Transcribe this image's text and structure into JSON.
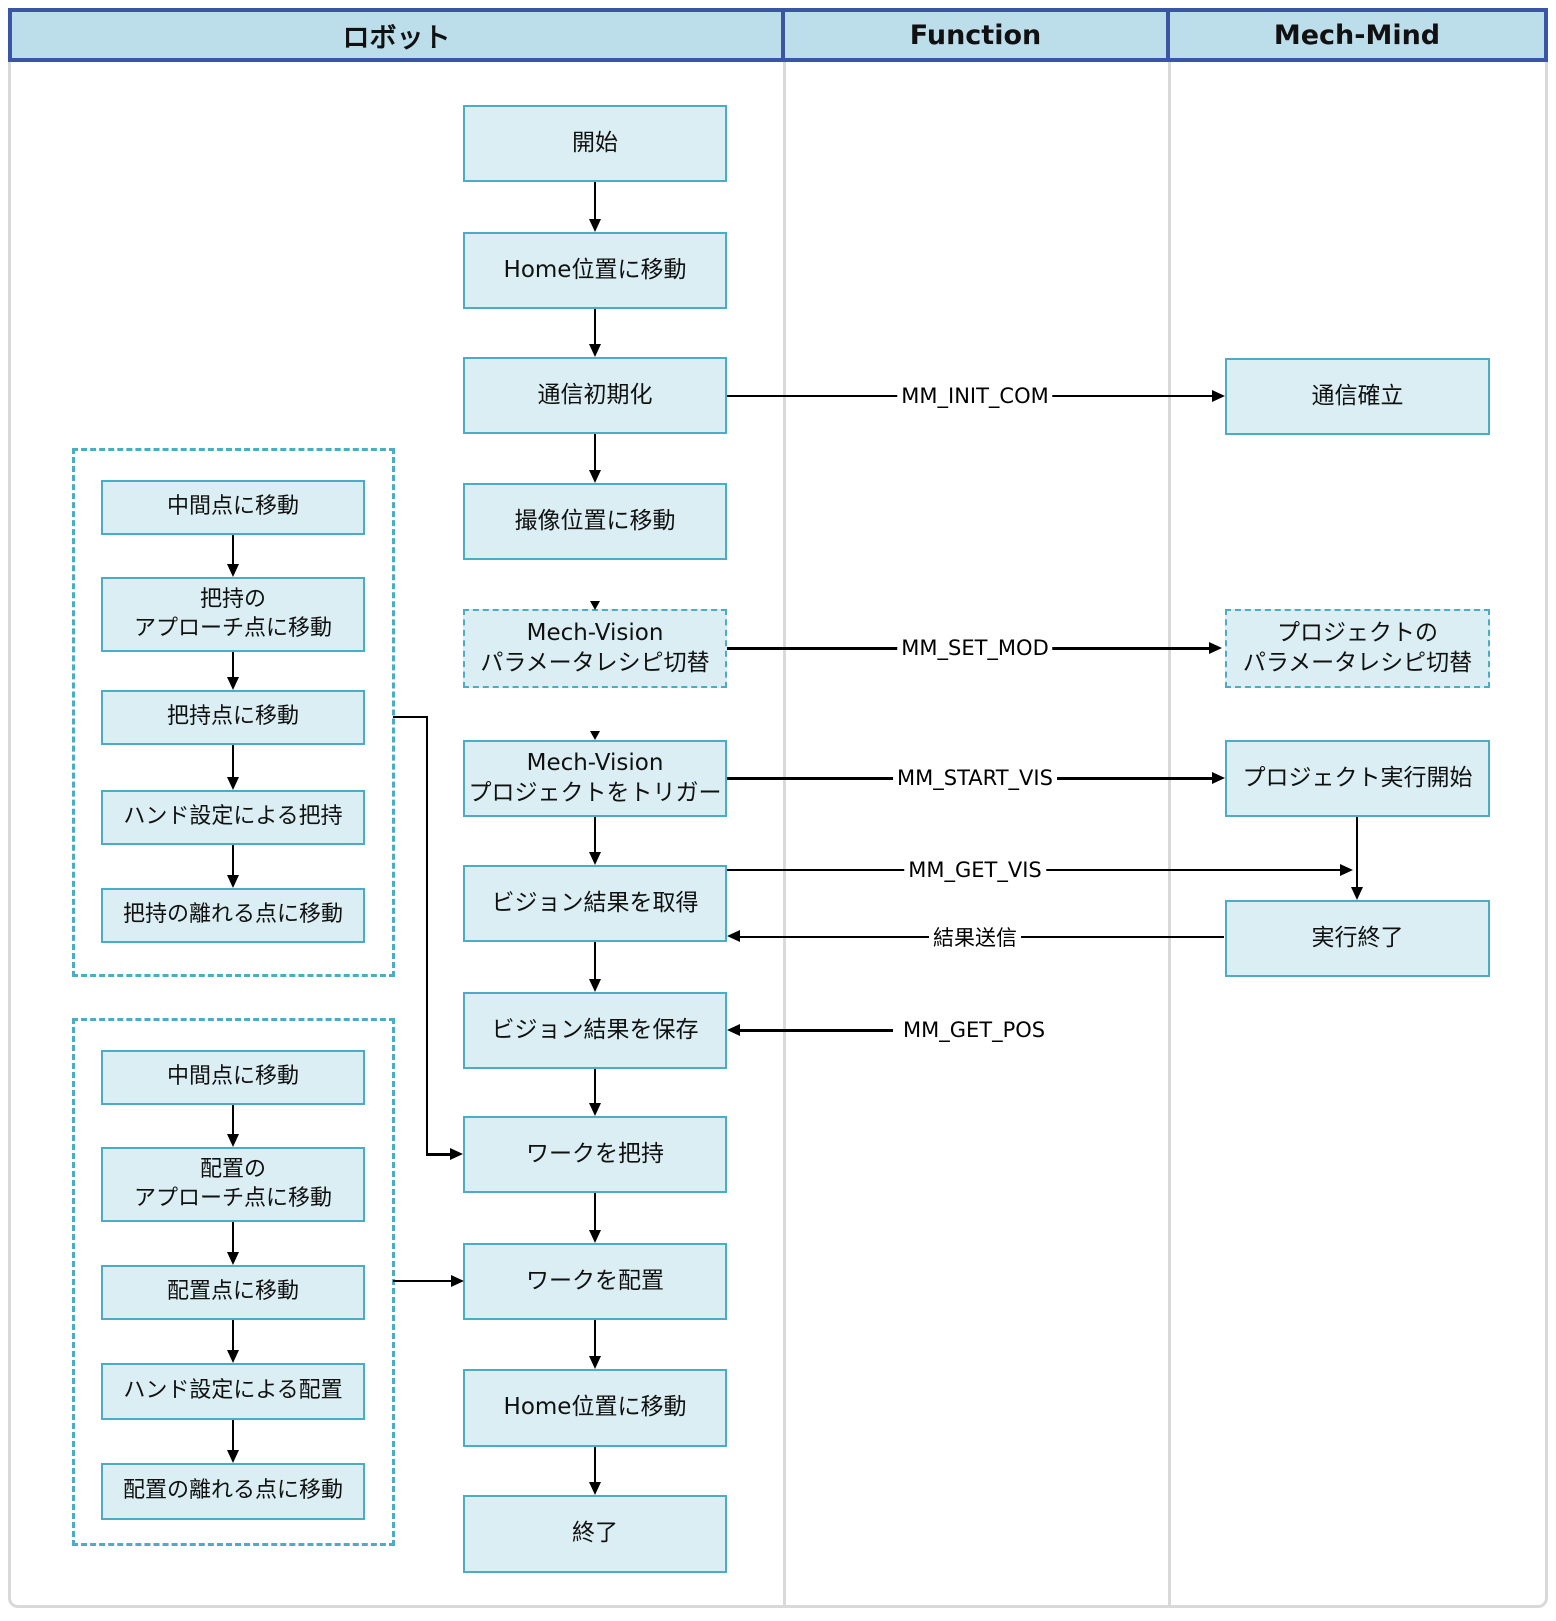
{
  "header": {
    "robot": "ロボット",
    "function": "Function",
    "mech_mind": "Mech-Mind"
  },
  "robot_flow": {
    "start": "開始",
    "move_home": "Home位置に移動",
    "init_communication": "通信初期化",
    "move_to_capture_position": "撮像位置に移動",
    "switch_parameter_recipe": "Mech-Vision\nパラメータレシピ切替",
    "trigger_project": "Mech-Vision\nプロジェクトをトリガー",
    "get_vision_result": "ビジョン結果を取得",
    "save_vision_result": "ビジョン結果を保存",
    "grasp_workpiece": "ワークを把持",
    "place_workpiece": "ワークを配置",
    "move_home_2": "Home位置に移動",
    "end": "終了"
  },
  "grasp_subflow": {
    "move_to_waypoint": "中間点に移動",
    "move_to_approach_point": "把持の\nアプローチ点に移動",
    "move_to_grasp_point": "把持点に移動",
    "grasp_by_hand_setting": "ハンド設定による把持",
    "move_to_departure_point": "把持の離れる点に移動"
  },
  "place_subflow": {
    "move_to_waypoint": "中間点に移動",
    "move_to_approach_point": "配置の\nアプローチ点に移動",
    "move_to_place_point": "配置点に移動",
    "place_by_hand_setting": "ハンド設定による配置",
    "move_to_departure_point": "配置の離れる点に移動"
  },
  "mech_mind_flow": {
    "communication_established": "通信確立",
    "switch_project_recipe": "プロジェクトの\nパラメータレシピ切替",
    "project_execution_start": "プロジェクト実行開始",
    "execution_end": "実行終了"
  },
  "function_labels": {
    "mm_init_com": "MM_INIT_COM",
    "mm_set_mod": "MM_SET_MOD",
    "mm_start_vis": "MM_START_VIS",
    "mm_get_vis": "MM_GET_VIS",
    "send_result": "結果送信",
    "mm_get_pos": "MM_GET_POS"
  },
  "colors": {
    "node_fill": "#daeef3",
    "node_border": "#4bacc6",
    "header_fill": "#bcdeeb",
    "header_border": "#3955a3",
    "frame_gray": "#d9d9d9",
    "arrow": "#000000"
  }
}
